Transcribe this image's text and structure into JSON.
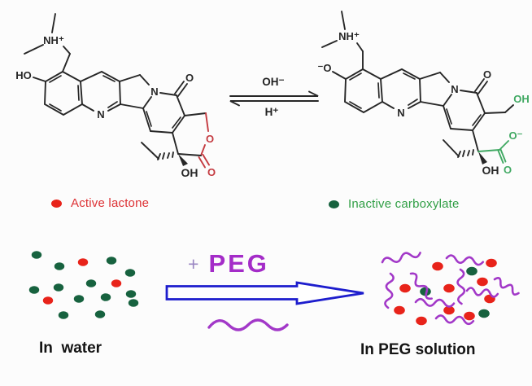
{
  "figure": "Camptothecin analogue lactone–carboxylate pH equilibrium and PEG solubilization scheme",
  "molecules": {
    "lactone": {
      "name": "Active lactone form (closed E-ring, highlighted red)",
      "atom_labels": {
        "ho": "HO",
        "nh": "NH⁺",
        "quinoline_n": "N",
        "amide_n": "N",
        "pyridone_o": "O",
        "lactone_ring_o": "O",
        "lactone_carbonyl_o": "O",
        "c20_oh": "OH"
      }
    },
    "carboxylate": {
      "name": "Inactive carboxylate form (open E-ring, highlighted green)",
      "atom_labels": {
        "phenolate_o": "⁻O",
        "nh": "NH⁺",
        "quinoline_n": "N",
        "amide_n": "N",
        "pyridone_o": "O",
        "hydroxymethyl_oh": "OH",
        "carboxylate_o_minus": "O⁻",
        "carboxylate_o": "O",
        "c20_oh": "OH"
      }
    }
  },
  "equilibrium": {
    "forward_label": "OH⁻",
    "reverse_label": "H⁺"
  },
  "legend": {
    "active": {
      "label": "Active lactone",
      "color": "#dd3134"
    },
    "inactive": {
      "label": "Inactive carboxylate",
      "color": "#2f9e44"
    }
  },
  "scheme": {
    "plus_sign": "+",
    "peg_label": "PEG",
    "left_caption": "In  water",
    "right_caption": "In PEG solution",
    "water_dots": {
      "green": [
        [
          45,
          313
        ],
        [
          137,
          320
        ],
        [
          73,
          327
        ],
        [
          160,
          335
        ],
        [
          112,
          348
        ],
        [
          72,
          353
        ],
        [
          42,
          356
        ],
        [
          161,
          361
        ],
        [
          130,
          365
        ],
        [
          97,
          367
        ],
        [
          164,
          372
        ],
        [
          78,
          387
        ],
        [
          123,
          386
        ]
      ],
      "red": [
        [
          102,
          322
        ],
        [
          143,
          348
        ],
        [
          59,
          369
        ]
      ]
    },
    "peg_dots": {
      "red": [
        [
          538,
          327
        ],
        [
          604,
          323
        ],
        [
          498,
          354
        ],
        [
          593,
          346
        ],
        [
          552,
          354
        ],
        [
          602,
          367
        ],
        [
          491,
          381
        ],
        [
          552,
          381
        ],
        [
          518,
          394
        ],
        [
          577,
          388
        ]
      ],
      "green": [
        [
          580,
          333
        ],
        [
          523,
          358
        ],
        [
          595,
          385
        ]
      ]
    },
    "squiggles": [
      [
        470,
        322,
        48,
        -14
      ],
      [
        549,
        317,
        45,
        6
      ],
      [
        480,
        336,
        42,
        94
      ],
      [
        505,
        336,
        40,
        50
      ],
      [
        511,
        371,
        47,
        2
      ],
      [
        566,
        331,
        42,
        88
      ],
      [
        574,
        357,
        38,
        6
      ],
      [
        536,
        391,
        46,
        4
      ],
      [
        608,
        343,
        34,
        30
      ]
    ]
  },
  "colors": {
    "red-dot": "#e8231a",
    "green-dot": "#17623f",
    "structure-red": "#c43a40",
    "structure-green": "#41a963",
    "polymer-purple": "#a238c8",
    "peg-text": "#a42cc8",
    "plus-text": "#9a86c2",
    "arrow-blue": "#1d1dcd",
    "ink": "#272727"
  }
}
